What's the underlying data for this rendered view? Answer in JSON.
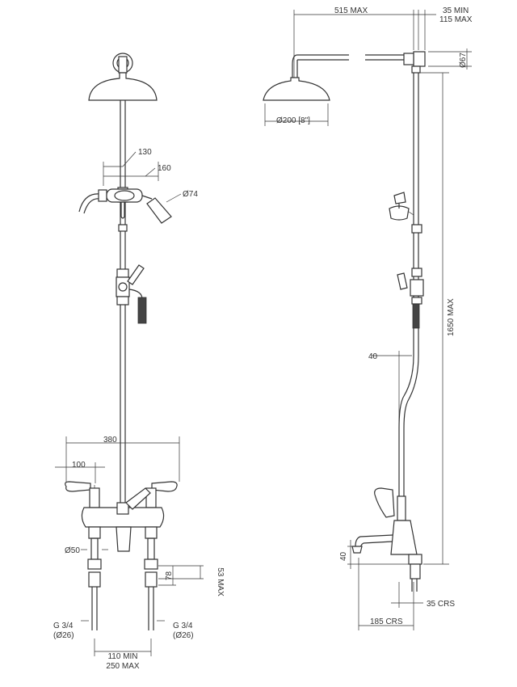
{
  "front_view": {
    "labels": {
      "handset_offset": "130",
      "handset_length": "160",
      "handset_head_dia": "Ø74",
      "mixer_width": "380",
      "handle_width": "100",
      "leg_dia": "Ø50",
      "leg_height": "78",
      "union_height": "53 MAX",
      "thread_left": "G 3/4",
      "thread_left_sub": "(Ø26)",
      "thread_right": "G 3/4",
      "thread_right_sub": "(Ø26)",
      "centres_min": "110 MIN",
      "centres_max": "250 MAX"
    }
  },
  "side_view": {
    "labels": {
      "arm_reach": "515 MAX",
      "wall_min": "35 MIN",
      "wall_max": "115 MAX",
      "rose_dia": "Ø200 [8\"]",
      "flange_dia": "Ø67",
      "height_max": "1650 MAX",
      "offset": "40",
      "spout_height": "40",
      "spout_crs": "35 CRS",
      "spout_reach": "185 CRS"
    }
  },
  "colors": {
    "line": "#333333",
    "background": "#ffffff"
  }
}
